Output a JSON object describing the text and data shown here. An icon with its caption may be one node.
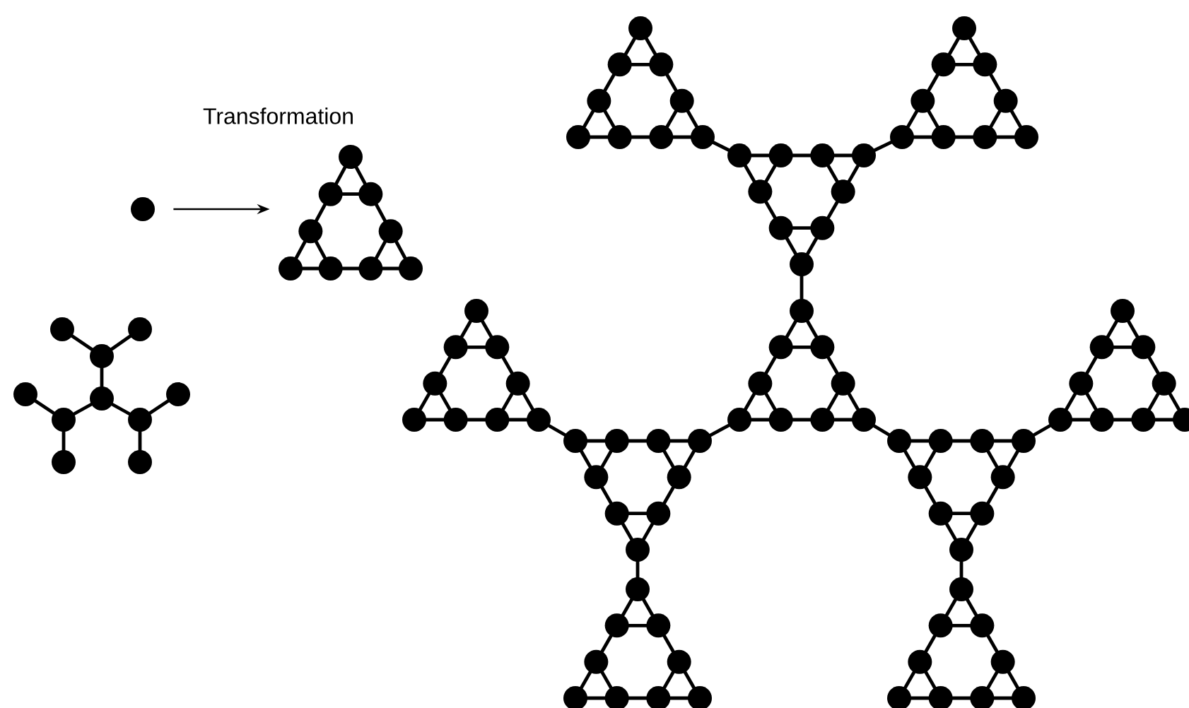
{
  "diagram": {
    "nodes": [
      {
        "text": [],
        "shape": "circle"
      },
      {
        "text": [],
        "shape": "graph"
      }
    ],
    "edges": [
      {
        "from": 0,
        "to": 1,
        "arrow": "to",
        "label": "Transformation"
      }
    ]
  }
}
